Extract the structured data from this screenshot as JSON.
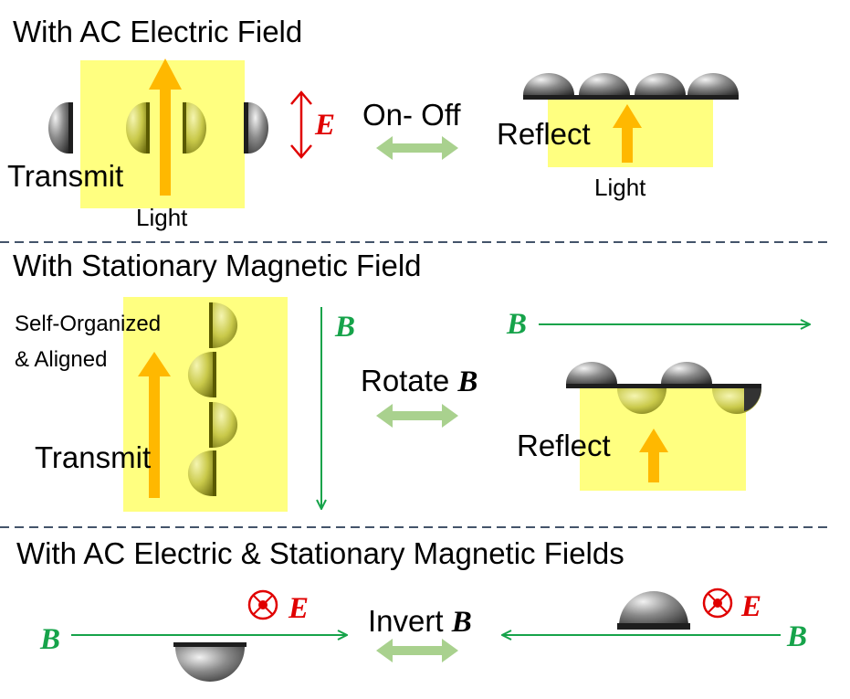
{
  "sections": [
    {
      "title": "With AC Electric Field"
    },
    {
      "title": "With Stationary Magnetic Field"
    },
    {
      "title": "With AC Electric & Stationary Magnetic Fields"
    }
  ],
  "section1": {
    "transmit": "Transmit",
    "light_left": "Light",
    "e_symbol": "E",
    "switch": "On- Off",
    "reflect": "Reflect",
    "light_right": "Light"
  },
  "section2": {
    "self_organized_1": "Self-Organized",
    "self_organized_2": "& Aligned",
    "transmit": "Transmit",
    "b_left": "B",
    "rotate_prefix": "Rotate ",
    "rotate_symbol": "B",
    "b_right": "B",
    "reflect": "Reflect"
  },
  "section3": {
    "b_left": "B",
    "e_left": "E",
    "invert_prefix": "Invert ",
    "invert_symbol": "B",
    "e_right": "E",
    "b_right": "B"
  },
  "colors": {
    "light_arrow": "#FFB800",
    "highlight": "#FFFF80",
    "field_green": "#16A34A",
    "e_red": "#E00000",
    "label_blue": "#0000E0",
    "switch_arrow": "#A9D18E",
    "divider": "#44546A"
  }
}
